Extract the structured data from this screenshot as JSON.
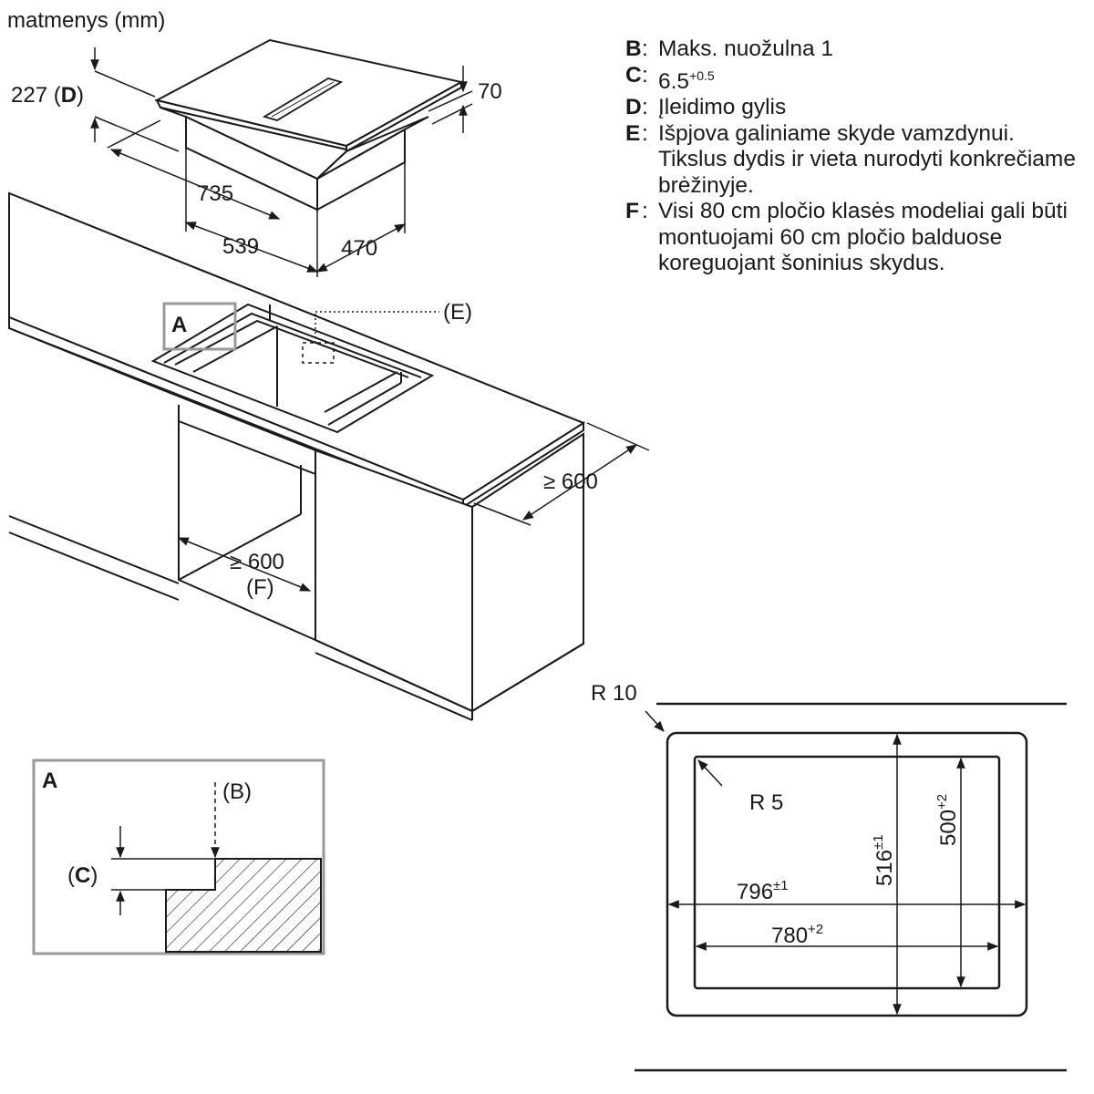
{
  "units_label": "matmenys (mm)",
  "legend": [
    {
      "key": "B",
      "text": "Maks. nuožulna 1"
    },
    {
      "key": "C",
      "text": "6.5",
      "sup": "+0.5"
    },
    {
      "key": "D",
      "text": "Įleidimo gylis"
    },
    {
      "key": "E",
      "text": "Išpjova galiniame skyde vamzdynui. Tikslus dydis ir vieta nurodyti konkrečiame brėžinyje."
    },
    {
      "key": "F",
      "text": "Visi 80 cm pločio klasės modeliai gali būti montuojami 60 cm pločio balduose koreguojant šoninius skydus."
    }
  ],
  "hob_dims": {
    "depth_value": "227 (",
    "depth_key": "D",
    "depth_close": ")",
    "thickness": "70",
    "width": "735",
    "body_width": "539",
    "body_depth": "470"
  },
  "cabinet": {
    "detail_label": "A",
    "cutout_note": "(E)",
    "counter_depth": "≥ 600",
    "cabinet_width": "≥ 600",
    "cabinet_note": "(F)"
  },
  "detail_a": {
    "title": "A",
    "b_label": "(B)",
    "c_open": "(",
    "c_key": "C",
    "c_close": ")"
  },
  "cutout": {
    "outer_radius": "R 10",
    "inner_radius": "R 5",
    "outer_width": "796",
    "outer_width_tol": "±1",
    "inner_width": "780",
    "inner_width_tol": "+2",
    "outer_height": "516",
    "outer_height_tol": "±1",
    "inner_height": "500",
    "inner_height_tol": "+2"
  }
}
